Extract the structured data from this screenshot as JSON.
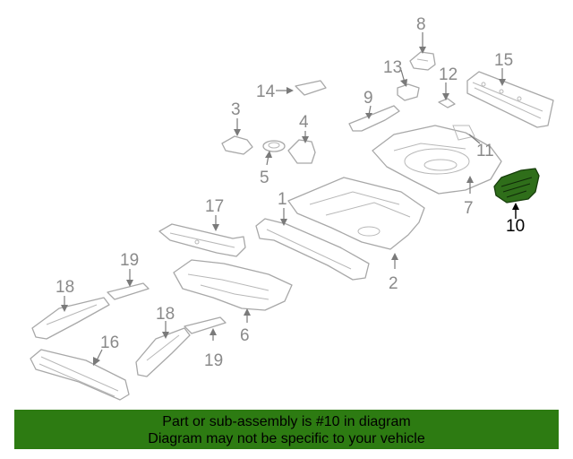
{
  "callouts": {
    "c1": "1",
    "c2": "2",
    "c3": "3",
    "c4": "4",
    "c5": "5",
    "c6": "6",
    "c7": "7",
    "c8": "8",
    "c9": "9",
    "c10": "10",
    "c11": "11",
    "c12": "12",
    "c13": "13",
    "c14": "14",
    "c15": "15",
    "c16": "16",
    "c17": "17",
    "c18a": "18",
    "c18b": "18",
    "c19a": "19",
    "c19b": "19"
  },
  "highlighted_part": "10",
  "colors": {
    "banner": "#2d7b12",
    "highlight": "#2f6e1a",
    "part_outline": "#a8a8a8"
  },
  "banner": {
    "line1": "Part or sub-assembly is #10 in diagram",
    "line2": "Diagram may not be specific to your vehicle"
  }
}
